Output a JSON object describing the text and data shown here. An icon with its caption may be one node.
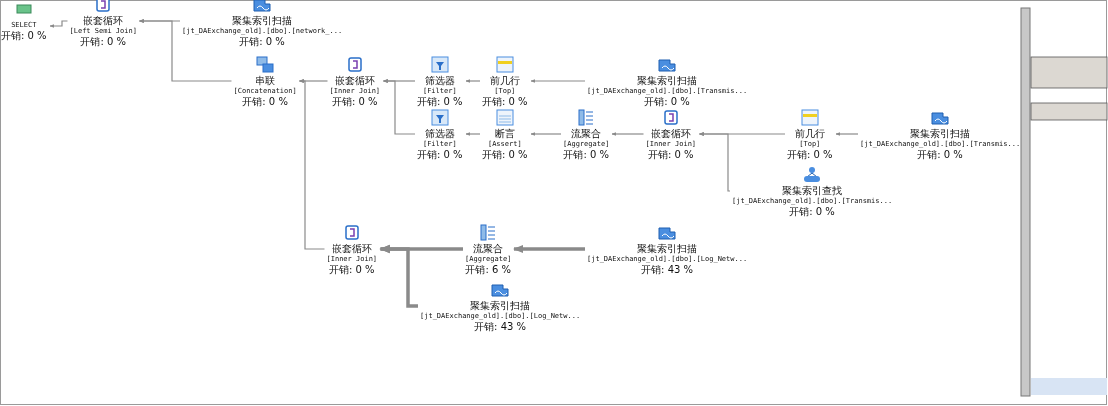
{
  "diagram": {
    "nodes": [
      {
        "text": [
          "SELECT",
          "开销: 0 %"
        ]
      },
      {
        "text": [
          "嵌套循环",
          "[Left Semi Join]",
          "开销: 0 %"
        ]
      },
      {
        "text": [
          "聚集索引扫描",
          "[jt_DAExchange_old].[dbo].[network_...",
          "开销: 0 %"
        ]
      },
      {
        "text": [
          "串联",
          "[Concatenation]",
          "开销: 0 %"
        ]
      },
      {
        "text": [
          "嵌套循环",
          "[Inner Join]",
          "开销: 0 %"
        ]
      },
      {
        "text": [
          "筛选器",
          "[Filter]",
          "开销: 0 %"
        ]
      },
      {
        "text": [
          "前几行",
          "[Top]",
          "开销: 0 %"
        ]
      },
      {
        "text": [
          "聚集索引扫描",
          "[jt_DAExchange_old].[dbo].[Transmis...",
          "开销: 0 %"
        ]
      },
      {
        "text": [
          "筛选器",
          "[Filter]",
          "开销: 0 %"
        ]
      },
      {
        "text": [
          "断言",
          "[Assert]",
          "开销: 0 %"
        ]
      },
      {
        "text": [
          "流聚合",
          "[Aggregate]",
          "开销: 0 %"
        ]
      },
      {
        "text": [
          "嵌套循环",
          "[Inner Join]",
          "开销: 0 %"
        ]
      },
      {
        "text": [
          "前几行",
          "[Top]",
          "开销: 0 %"
        ]
      },
      {
        "text": [
          "聚集索引扫描",
          "[jt_DAExchange_old].[dbo].[Transmis...",
          "开销: 0 %"
        ]
      },
      {
        "text": [
          "聚集索引查找",
          "[jt_DAExchange_old].[dbo].[Transmis...",
          "开销: 0 %"
        ]
      },
      {
        "text": [
          "嵌套循环",
          "[Inner Join]",
          "开销: 0 %"
        ]
      },
      {
        "text": [
          "流聚合",
          "[Aggregate]",
          "开销: 6 %"
        ]
      },
      {
        "text": [
          "聚集索引扫描",
          "[jt_DAExchange_old].[dbo].[Log_Netw...",
          "开销: 43 %"
        ]
      },
      {
        "text": [
          "聚集索引扫描",
          "[jt_DAExchange_old].[dbo].[Log_Netw...",
          "开销: 43 %"
        ]
      }
    ],
    "edges": [
      {
        "from": 1,
        "to": 0,
        "arrow": "to"
      },
      {
        "from": 2,
        "to": 1,
        "arrow": "to"
      },
      {
        "from": 3,
        "to": 1,
        "arrow": "to"
      },
      {
        "from": 4,
        "to": 3,
        "arrow": "to"
      },
      {
        "from": 15,
        "to": 3,
        "arrow": "to"
      },
      {
        "from": 5,
        "to": 4,
        "arrow": "to"
      },
      {
        "from": 8,
        "to": 4,
        "arrow": "to"
      },
      {
        "from": 6,
        "to": 5,
        "arrow": "to"
      },
      {
        "from": 7,
        "to": 6,
        "arrow": "to"
      },
      {
        "from": 9,
        "to": 8,
        "arrow": "to"
      },
      {
        "from": 10,
        "to": 9,
        "arrow": "to"
      },
      {
        "from": 11,
        "to": 10,
        "arrow": "to"
      },
      {
        "from": 12,
        "to": 11,
        "arrow": "to"
      },
      {
        "from": 14,
        "to": 11,
        "arrow": "to"
      },
      {
        "from": 13,
        "to": 12,
        "arrow": "to"
      },
      {
        "from": 16,
        "to": 15,
        "arrow": "to",
        "style": "thick"
      },
      {
        "from": 18,
        "to": 15,
        "arrow": "to",
        "style": "thick"
      },
      {
        "from": 17,
        "to": 16,
        "arrow": "to",
        "style": "thick"
      }
    ]
  }
}
